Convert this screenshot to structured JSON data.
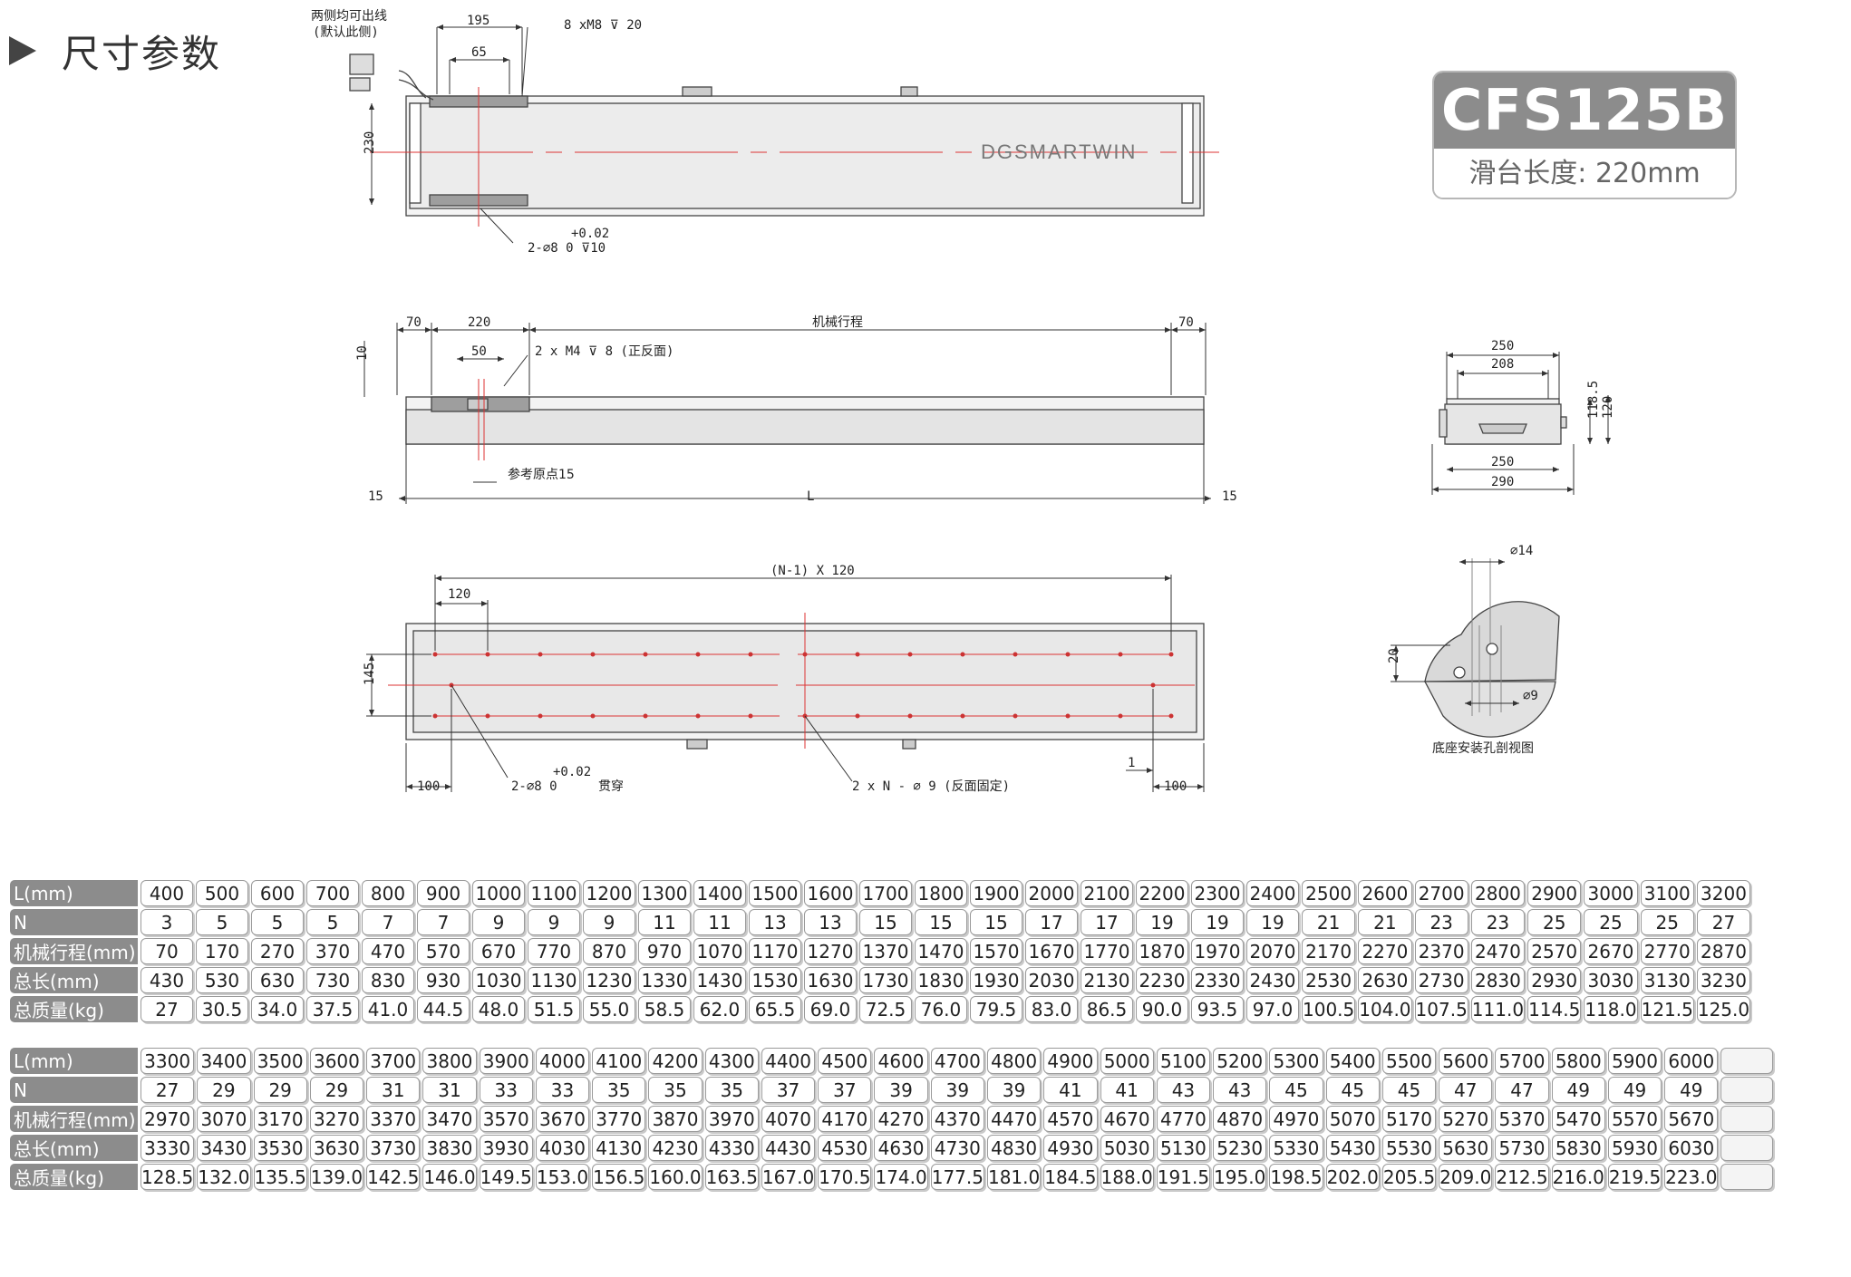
{
  "page_heading": "尺寸参数",
  "model": {
    "name": "CFS125B",
    "subtitle": "滑台长度: 220mm",
    "header_bg": "#8c8c8c"
  },
  "brand_logo_text": "DGSMARTWIN",
  "drawing_labels": {
    "cable_note_line1": "两侧均可出线",
    "cable_note_line2": "(默认此侧)",
    "dim_195": "195",
    "dim_65": "65",
    "thread_top": "8 xM8 ⊽ 20",
    "dim_230": "230",
    "tol_top": "+0.02",
    "pin_top": "2-∅8  0   ⊽10",
    "dim_70_left": "70",
    "dim_220": "220",
    "stroke_label": "机械行程",
    "dim_70_right": "70",
    "dim_10": "10",
    "dim_50": "50",
    "thread_side": "2 x M4 ⊽ 8 (正反面)",
    "ref_origin": "参考原点15",
    "dim_15_left": "15",
    "dim_L": "L",
    "dim_15_right": "15",
    "pitch_label": "(N-1) X 120",
    "dim_120": "120",
    "dim_145": "145",
    "dim_100_left": "100",
    "tol_bottom": "+0.02",
    "pin_bottom": "2-∅8  0",
    "through": "贯穿",
    "bottom_holes": "2 x N - ∅ 9 (反面固定)",
    "dim_1": "1",
    "dim_100_right": "100",
    "end_250_top": "250",
    "end_208": "208",
    "end_250_bottom": "250",
    "end_290": "290",
    "end_1185": "118.5",
    "end_120": "120",
    "sec_d14": "∅14",
    "sec_20": "20",
    "sec_d9": "∅9",
    "section_caption": "底座安装孔剖视图"
  },
  "table_top": {
    "rows": [
      {
        "label": "L(mm)",
        "values": [
          "400",
          "500",
          "600",
          "700",
          "800",
          "900",
          "1000",
          "1100",
          "1200",
          "1300",
          "1400",
          "1500",
          "1600",
          "1700",
          "1800",
          "1900",
          "2000",
          "2100",
          "2200",
          "2300",
          "2400",
          "2500",
          "2600",
          "2700",
          "2800",
          "2900",
          "3000",
          "3100",
          "3200"
        ]
      },
      {
        "label": "N",
        "values": [
          "3",
          "5",
          "5",
          "5",
          "7",
          "7",
          "9",
          "9",
          "9",
          "11",
          "11",
          "13",
          "13",
          "15",
          "15",
          "15",
          "17",
          "17",
          "19",
          "19",
          "19",
          "21",
          "21",
          "23",
          "23",
          "25",
          "25",
          "25",
          "27"
        ]
      },
      {
        "label": "机械行程(mm)",
        "values": [
          "70",
          "170",
          "270",
          "370",
          "470",
          "570",
          "670",
          "770",
          "870",
          "970",
          "1070",
          "1170",
          "1270",
          "1370",
          "1470",
          "1570",
          "1670",
          "1770",
          "1870",
          "1970",
          "2070",
          "2170",
          "2270",
          "2370",
          "2470",
          "2570",
          "2670",
          "2770",
          "2870"
        ]
      },
      {
        "label": "总长(mm)",
        "values": [
          "430",
          "530",
          "630",
          "730",
          "830",
          "930",
          "1030",
          "1130",
          "1230",
          "1330",
          "1430",
          "1530",
          "1630",
          "1730",
          "1830",
          "1930",
          "2030",
          "2130",
          "2230",
          "2330",
          "2430",
          "2530",
          "2630",
          "2730",
          "2830",
          "2930",
          "3030",
          "3130",
          "3230"
        ]
      },
      {
        "label": "总质量(kg)",
        "values": [
          "27",
          "30.5",
          "34.0",
          "37.5",
          "41.0",
          "44.5",
          "48.0",
          "51.5",
          "55.0",
          "58.5",
          "62.0",
          "65.5",
          "69.0",
          "72.5",
          "76.0",
          "79.5",
          "83.0",
          "86.5",
          "90.0",
          "93.5",
          "97.0",
          "100.5",
          "104.0",
          "107.5",
          "111.0",
          "114.5",
          "118.0",
          "121.5",
          "125.0"
        ]
      }
    ]
  },
  "table_bottom": {
    "rows": [
      {
        "label": "L(mm)",
        "values": [
          "3300",
          "3400",
          "3500",
          "3600",
          "3700",
          "3800",
          "3900",
          "4000",
          "4100",
          "4200",
          "4300",
          "4400",
          "4500",
          "4600",
          "4700",
          "4800",
          "4900",
          "5000",
          "5100",
          "5200",
          "5300",
          "5400",
          "5500",
          "5600",
          "5700",
          "5800",
          "5900",
          "6000",
          ""
        ]
      },
      {
        "label": "N",
        "values": [
          "27",
          "29",
          "29",
          "29",
          "31",
          "31",
          "33",
          "33",
          "35",
          "35",
          "35",
          "37",
          "37",
          "39",
          "39",
          "39",
          "41",
          "41",
          "43",
          "43",
          "45",
          "45",
          "45",
          "47",
          "47",
          "49",
          "49",
          "49",
          ""
        ]
      },
      {
        "label": "机械行程(mm)",
        "values": [
          "2970",
          "3070",
          "3170",
          "3270",
          "3370",
          "3470",
          "3570",
          "3670",
          "3770",
          "3870",
          "3970",
          "4070",
          "4170",
          "4270",
          "4370",
          "4470",
          "4570",
          "4670",
          "4770",
          "4870",
          "4970",
          "5070",
          "5170",
          "5270",
          "5370",
          "5470",
          "5570",
          "5670",
          ""
        ]
      },
      {
        "label": "总长(mm)",
        "values": [
          "3330",
          "3430",
          "3530",
          "3630",
          "3730",
          "3830",
          "3930",
          "4030",
          "4130",
          "4230",
          "4330",
          "4430",
          "4530",
          "4630",
          "4730",
          "4830",
          "4930",
          "5030",
          "5130",
          "5230",
          "5330",
          "5430",
          "5530",
          "5630",
          "5730",
          "5830",
          "5930",
          "6030",
          ""
        ]
      },
      {
        "label": "总质量(kg)",
        "values": [
          "128.5",
          "132.0",
          "135.5",
          "139.0",
          "142.5",
          "146.0",
          "149.5",
          "153.0",
          "156.5",
          "160.0",
          "163.5",
          "167.0",
          "170.5",
          "174.0",
          "177.5",
          "181.0",
          "184.5",
          "188.0",
          "191.5",
          "195.0",
          "198.5",
          "202.0",
          "205.5",
          "209.0",
          "212.5",
          "216.0",
          "219.5",
          "223.0",
          ""
        ]
      }
    ]
  }
}
